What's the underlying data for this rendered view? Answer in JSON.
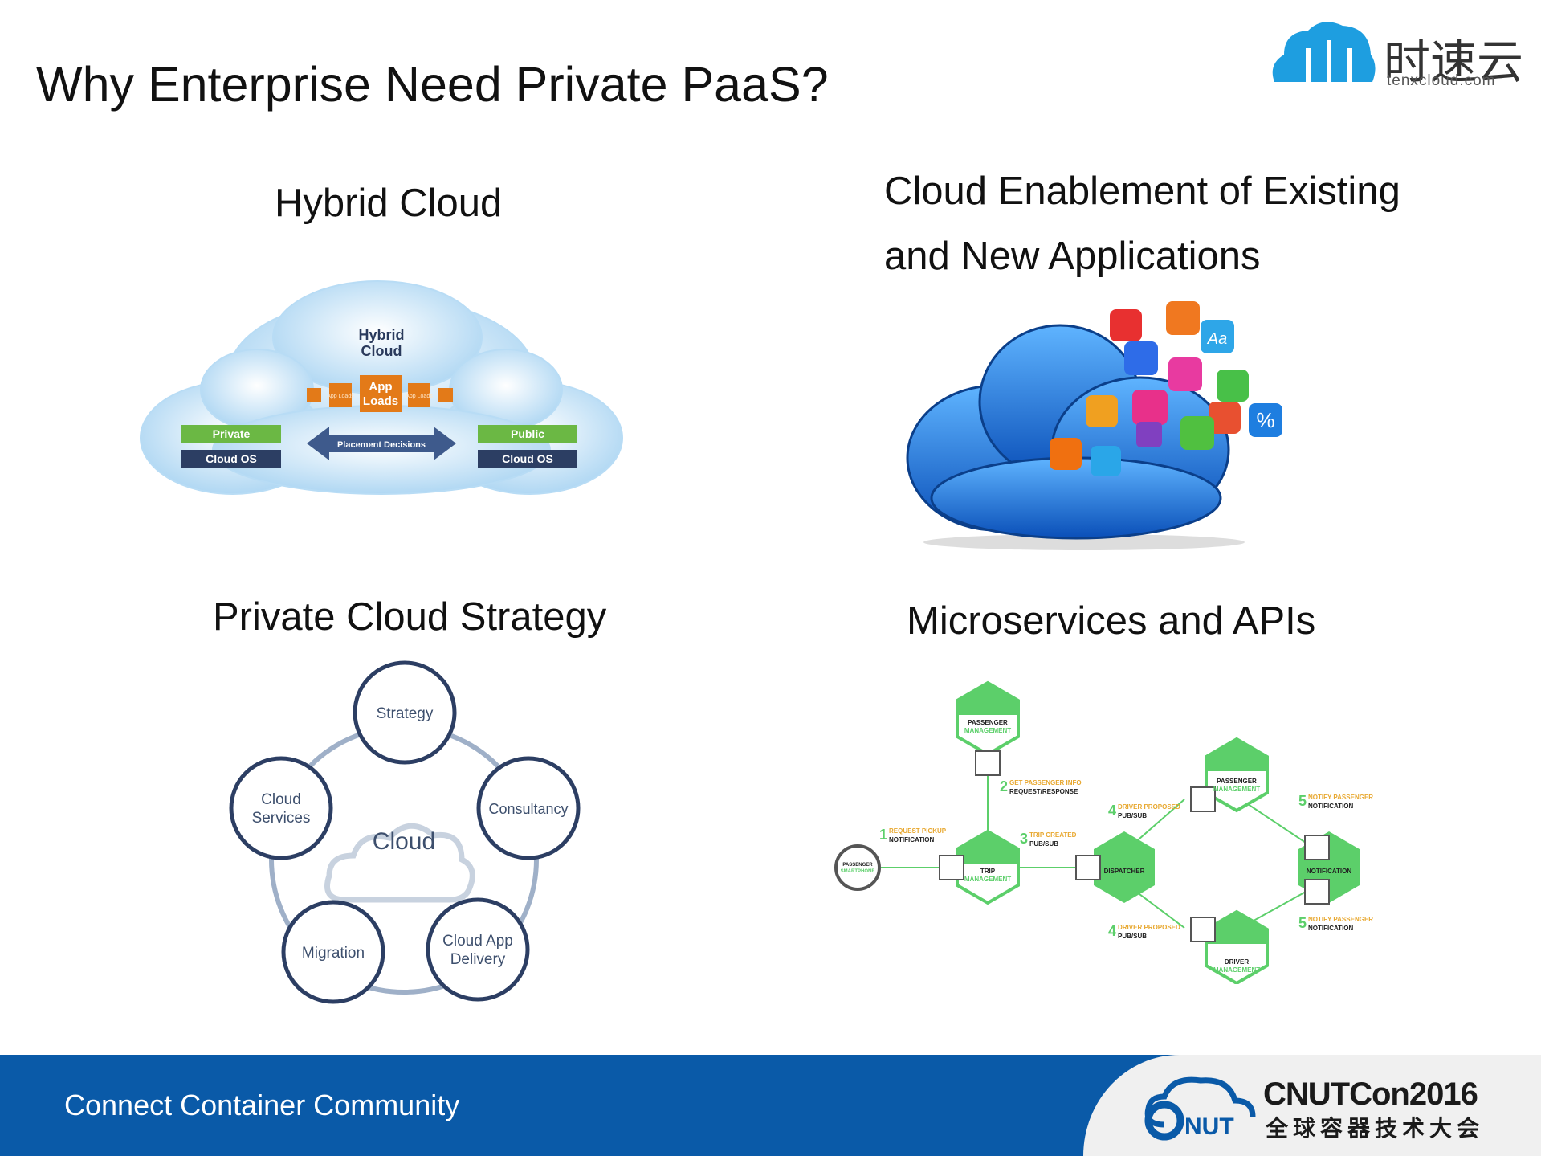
{
  "slide": {
    "title": "Why Enterprise Need Private PaaS?"
  },
  "brand": {
    "name_cn": "时速云",
    "domain": "tenxcloud.com"
  },
  "sections": {
    "hybrid": {
      "title": "Hybrid Cloud",
      "cloud_title_1": "Hybrid",
      "cloud_title_2": "Cloud",
      "app_small": "App Loads",
      "app_big_1": "App",
      "app_big_2": "Loads",
      "private_label": "Private",
      "public_label": "Public",
      "cloud_os": "Cloud OS",
      "placement": "Placement Decisions"
    },
    "enablement": {
      "title_line1": "Cloud Enablement of Existing",
      "title_line2": "and New Applications",
      "icon_text_aa": "Aa",
      "icon_text_pct": "%"
    },
    "private": {
      "title": "Private Cloud Strategy",
      "center": "Cloud",
      "nodes": {
        "strategy": "Strategy",
        "consultancy_1": "Consultancy",
        "delivery_1": "Cloud App",
        "delivery_2": "Delivery",
        "migration": "Migration",
        "services_1": "Cloud",
        "services_2": "Services"
      }
    },
    "micro": {
      "title": "Microservices and APIs",
      "passenger_mgmt_1": "PASSENGER",
      "passenger_mgmt_2": "MANAGEMENT",
      "passenger_smartphone_1": "PASSENGER",
      "passenger_smartphone_2": "SMARTPHONE",
      "trip_mgmt_1": "TRIP",
      "trip_mgmt_2": "MANAGEMENT",
      "dispatcher": "DISPATCHER",
      "notification": "NOTIFICATION",
      "driver_mgmt_1": "DRIVER",
      "driver_mgmt_2": "MANAGEMENT",
      "step1_num": "1",
      "step1_a": "REQUEST PICKUP",
      "step1_b": "NOTIFICATION",
      "step2_num": "2",
      "step2_a": "GET PASSENGER INFO",
      "step2_b": "REQUEST/RESPONSE",
      "step3_num": "3",
      "step3_a": "TRIP CREATED",
      "step3_b": "PUB/SUB",
      "step4_num": "4",
      "step4_a": "DRIVER PROPOSED",
      "step4_b": "PUB/SUB",
      "step5_num": "5",
      "step5_a": "NOTIFY PASSENGER",
      "step5_b": "NOTIFICATION"
    }
  },
  "footer": {
    "tagline": "Connect Container Community",
    "event_name": "CNUTCon2016",
    "event_cn": "全球容器技术大会",
    "logo_text": "NUT"
  },
  "colors": {
    "footer_blue": "#0a5aa8",
    "green": "#5ccf6a",
    "navy": "#2c3e63",
    "brand_blue": "#1e9ee0"
  }
}
